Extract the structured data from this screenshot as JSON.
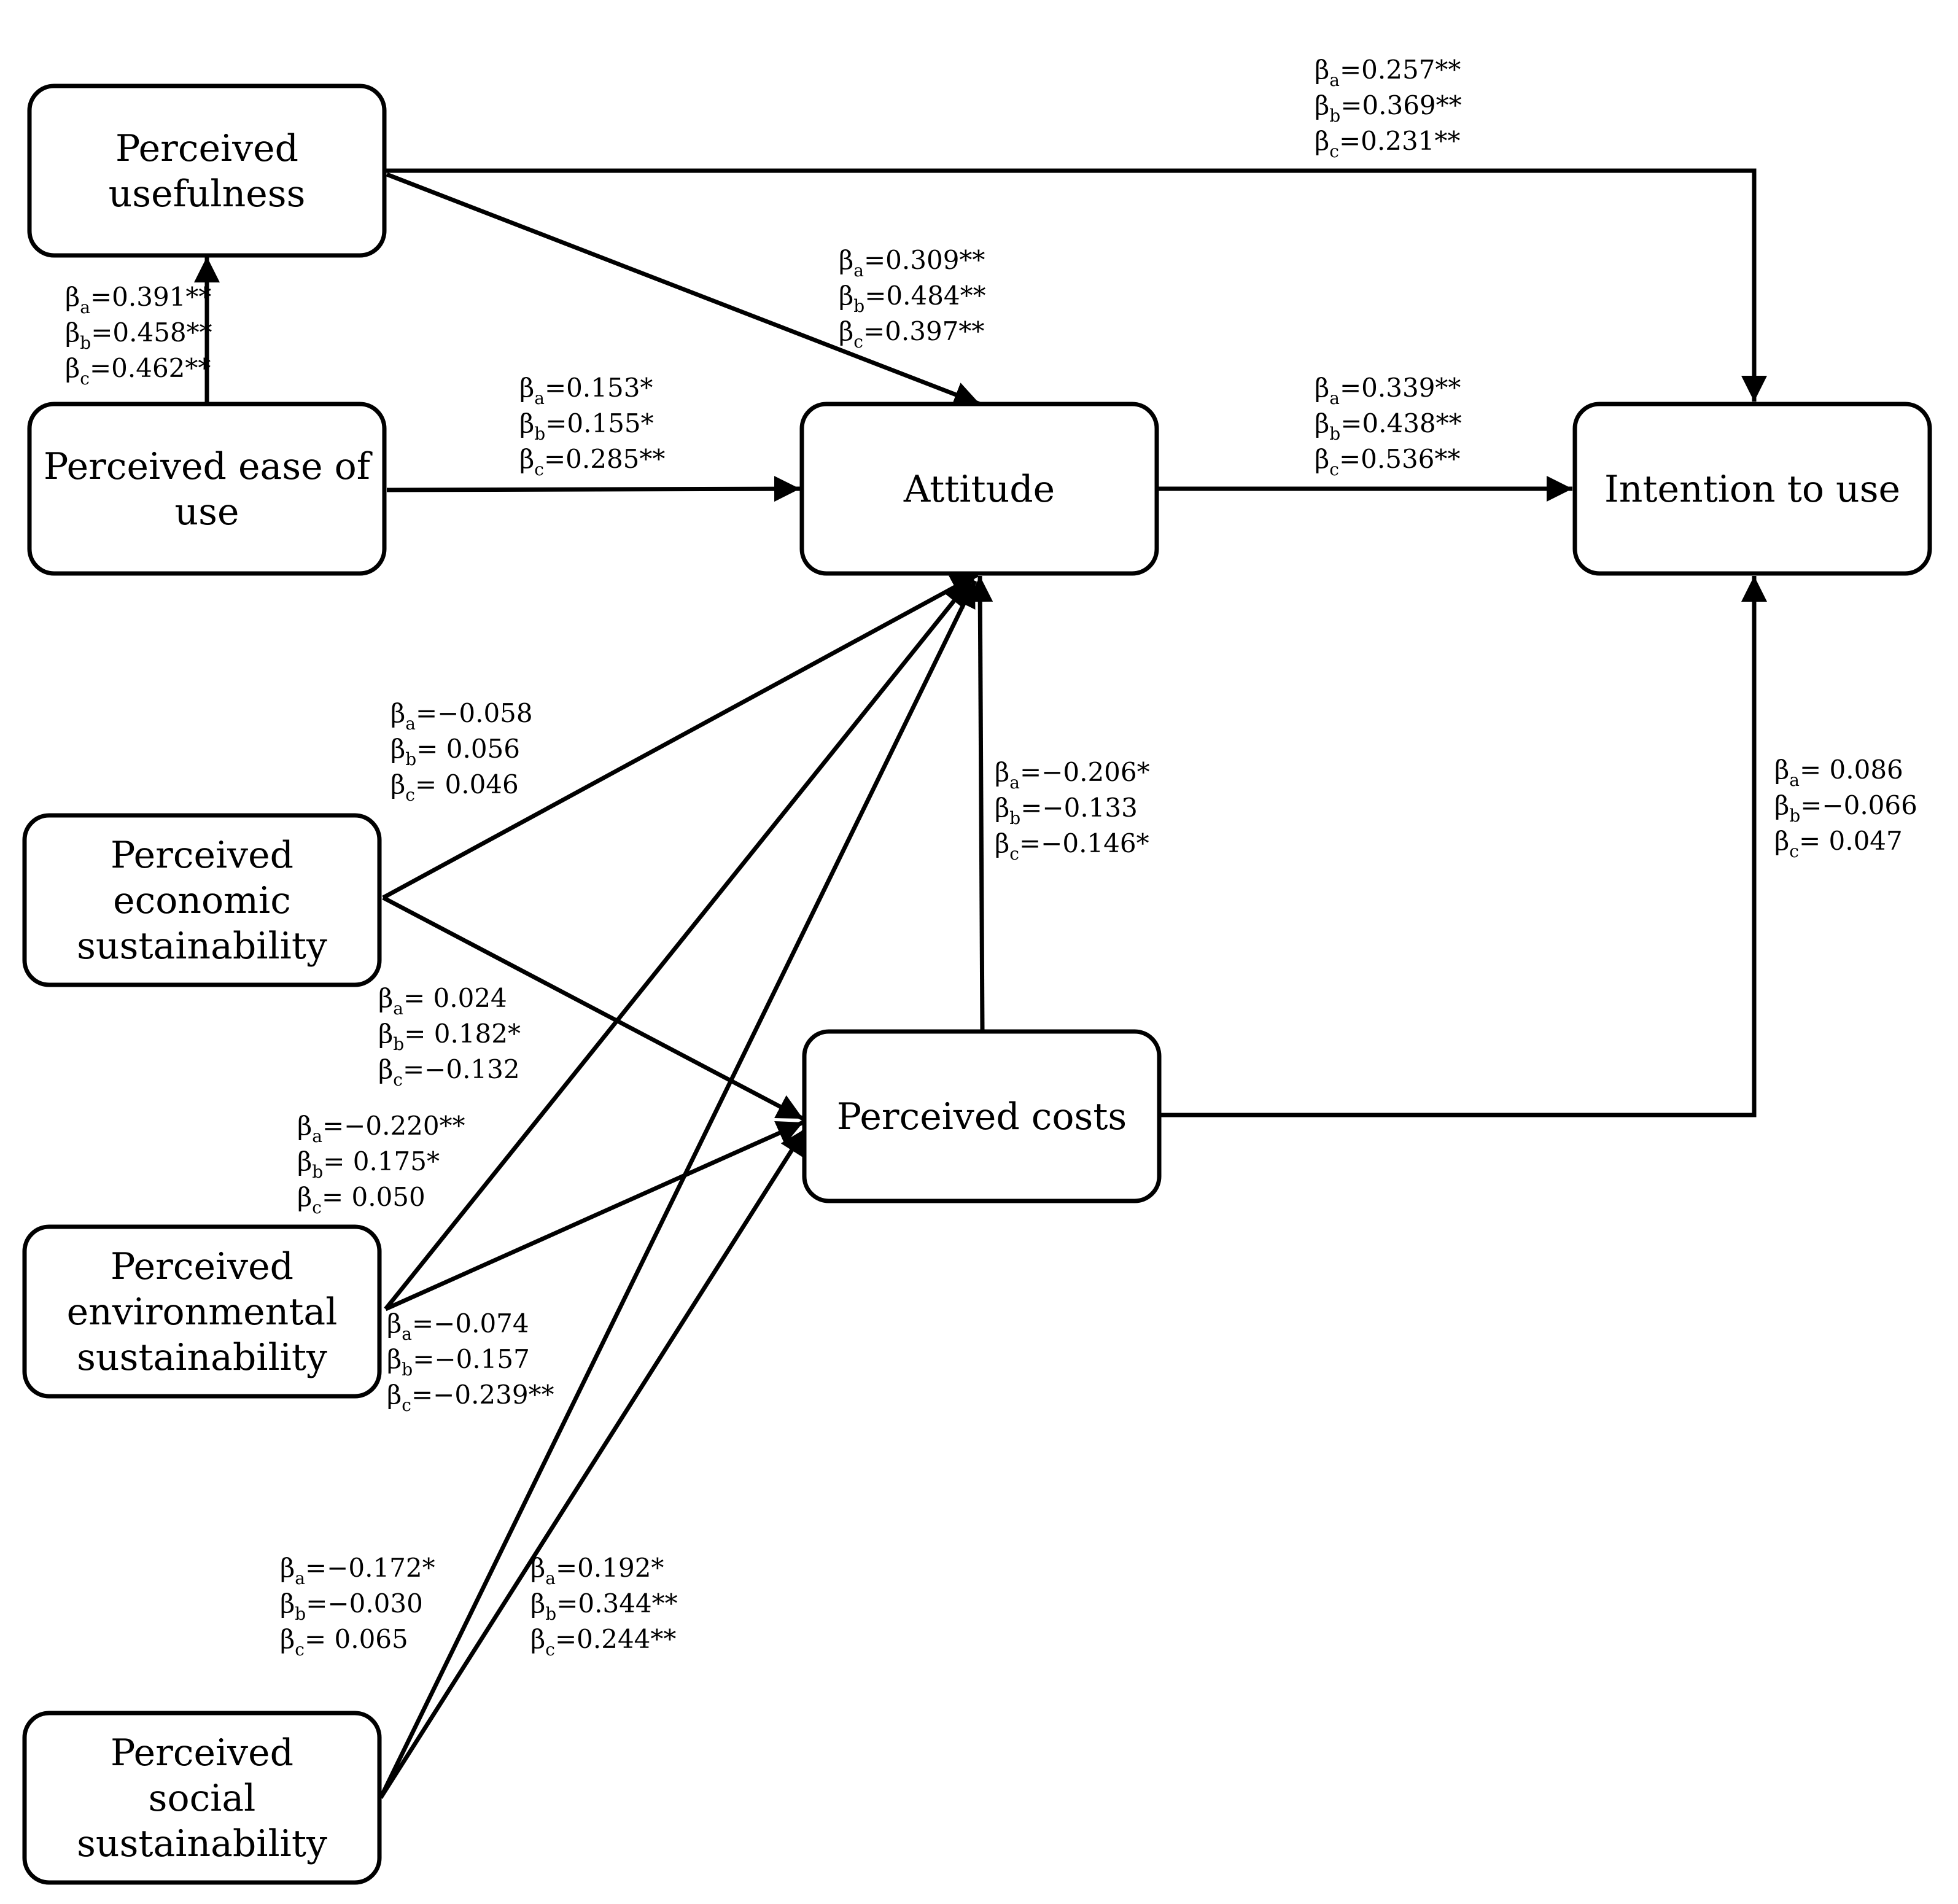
{
  "nodes": {
    "pu": {
      "lines": [
        "Perceived",
        "usefulness"
      ]
    },
    "peou": {
      "lines": [
        "Perceived ease of",
        "use"
      ]
    },
    "att": {
      "lines": [
        "Attitude"
      ]
    },
    "itu": {
      "lines": [
        "Intention to use"
      ]
    },
    "pes": {
      "lines": [
        "Perceived",
        "economic",
        "sustainability"
      ]
    },
    "pc": {
      "lines": [
        "Perceived costs"
      ]
    },
    "penv": {
      "lines": [
        "Perceived",
        "environmental",
        "sustainability"
      ]
    },
    "pss": {
      "lines": [
        "Perceived",
        "social",
        "sustainability"
      ]
    }
  },
  "edges": [
    {
      "id": "peou_pu",
      "from": "peou",
      "to": "pu",
      "coefs": [
        [
          "a",
          "=0.391**"
        ],
        [
          "b",
          "=0.458**"
        ],
        [
          "c",
          "=0.462**"
        ]
      ]
    },
    {
      "id": "pu_itu",
      "from": "pu",
      "to": "itu",
      "coefs": [
        [
          "a",
          "=0.257**"
        ],
        [
          "b",
          "=0.369**"
        ],
        [
          "c",
          "=0.231**"
        ]
      ]
    },
    {
      "id": "pu_att",
      "from": "pu",
      "to": "att",
      "coefs": [
        [
          "a",
          "=0.309**"
        ],
        [
          "b",
          "=0.484**"
        ],
        [
          "c",
          "=0.397**"
        ]
      ]
    },
    {
      "id": "peou_att",
      "from": "peou",
      "to": "att",
      "coefs": [
        [
          "a",
          "=0.153*"
        ],
        [
          "b",
          "=0.155*"
        ],
        [
          "c",
          "=0.285**"
        ]
      ]
    },
    {
      "id": "att_itu",
      "from": "att",
      "to": "itu",
      "coefs": [
        [
          "a",
          "=0.339**"
        ],
        [
          "b",
          "=0.438**"
        ],
        [
          "c",
          "=0.536**"
        ]
      ]
    },
    {
      "id": "pes_att",
      "from": "pes",
      "to": "att",
      "coefs": [
        [
          "a",
          "=−0.058"
        ],
        [
          "b",
          "= 0.056"
        ],
        [
          "c",
          "= 0.046"
        ]
      ]
    },
    {
      "id": "pc_att",
      "from": "pc",
      "to": "att",
      "coefs": [
        [
          "a",
          "=−0.206*"
        ],
        [
          "b",
          "=−0.133"
        ],
        [
          "c",
          "=−0.146*"
        ]
      ]
    },
    {
      "id": "pc_itu",
      "from": "pc",
      "to": "itu",
      "coefs": [
        [
          "a",
          "= 0.086"
        ],
        [
          "b",
          "=−0.066"
        ],
        [
          "c",
          "= 0.047"
        ]
      ]
    },
    {
      "id": "pes_pc",
      "from": "pes",
      "to": "pc",
      "coefs": [
        [
          "a",
          "=  0.024"
        ],
        [
          "b",
          "=  0.182*"
        ],
        [
          "c",
          "=−0.132"
        ]
      ]
    },
    {
      "id": "penv_att",
      "from": "penv",
      "to": "att",
      "coefs": [
        [
          "a",
          "=−0.220**"
        ],
        [
          "b",
          "= 0.175*"
        ],
        [
          "c",
          "= 0.050"
        ]
      ]
    },
    {
      "id": "penv_pc",
      "from": "penv",
      "to": "pc",
      "coefs": [
        [
          "a",
          "=−0.074"
        ],
        [
          "b",
          "=−0.157"
        ],
        [
          "c",
          "=−0.239**"
        ]
      ]
    },
    {
      "id": "pss_att",
      "from": "pss",
      "to": "att",
      "coefs": [
        [
          "a",
          "=−0.172*"
        ],
        [
          "b",
          "=−0.030"
        ],
        [
          "c",
          "= 0.065"
        ]
      ]
    },
    {
      "id": "pss_pc",
      "from": "pss",
      "to": "pc",
      "coefs": [
        [
          "a",
          "=0.192*"
        ],
        [
          "b",
          "=0.344**"
        ],
        [
          "c",
          "=0.244**"
        ]
      ]
    }
  ]
}
